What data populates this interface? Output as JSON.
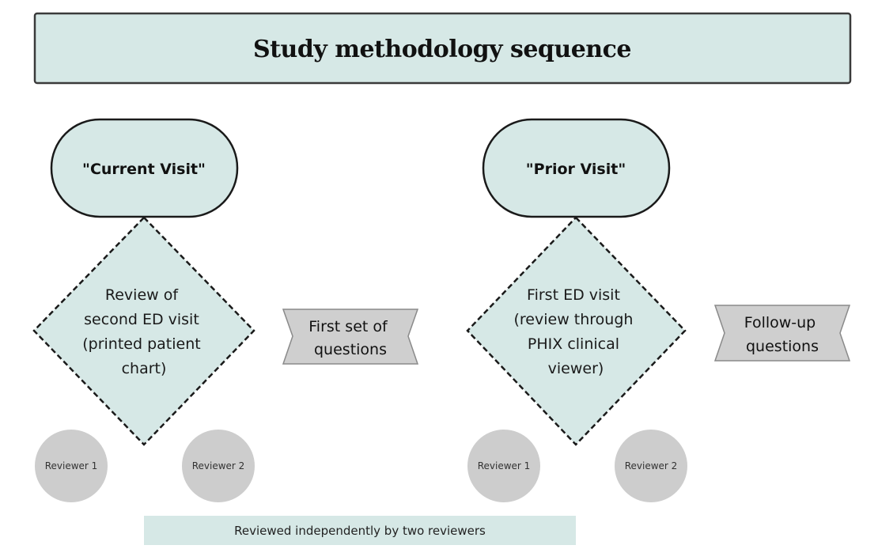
{
  "title": "Study methodology sequence",
  "colors": {
    "panel_fill": "#d6e8e6",
    "ribbon_fill": "#cfcfcf",
    "reviewer_fill": "#cdcdcd",
    "stroke": "#1a1a1a"
  },
  "columns": [
    {
      "visit_label": "\"Current Visit\"",
      "review_lines": [
        "Review of",
        "second ED visit",
        "(printed patient",
        "chart)"
      ],
      "questions_lines": [
        "First set of",
        "questions"
      ],
      "reviewers": [
        "Reviewer 1",
        "Reviewer 2"
      ]
    },
    {
      "visit_label": "\"Prior Visit\"",
      "review_lines": [
        "First ED visit",
        "(review through",
        "PHIX clinical",
        "viewer)"
      ],
      "questions_lines": [
        "Follow-up",
        "questions"
      ],
      "reviewers": [
        "Reviewer 1",
        "Reviewer 2"
      ]
    }
  ],
  "footnote": "Reviewed independently by two reviewers"
}
